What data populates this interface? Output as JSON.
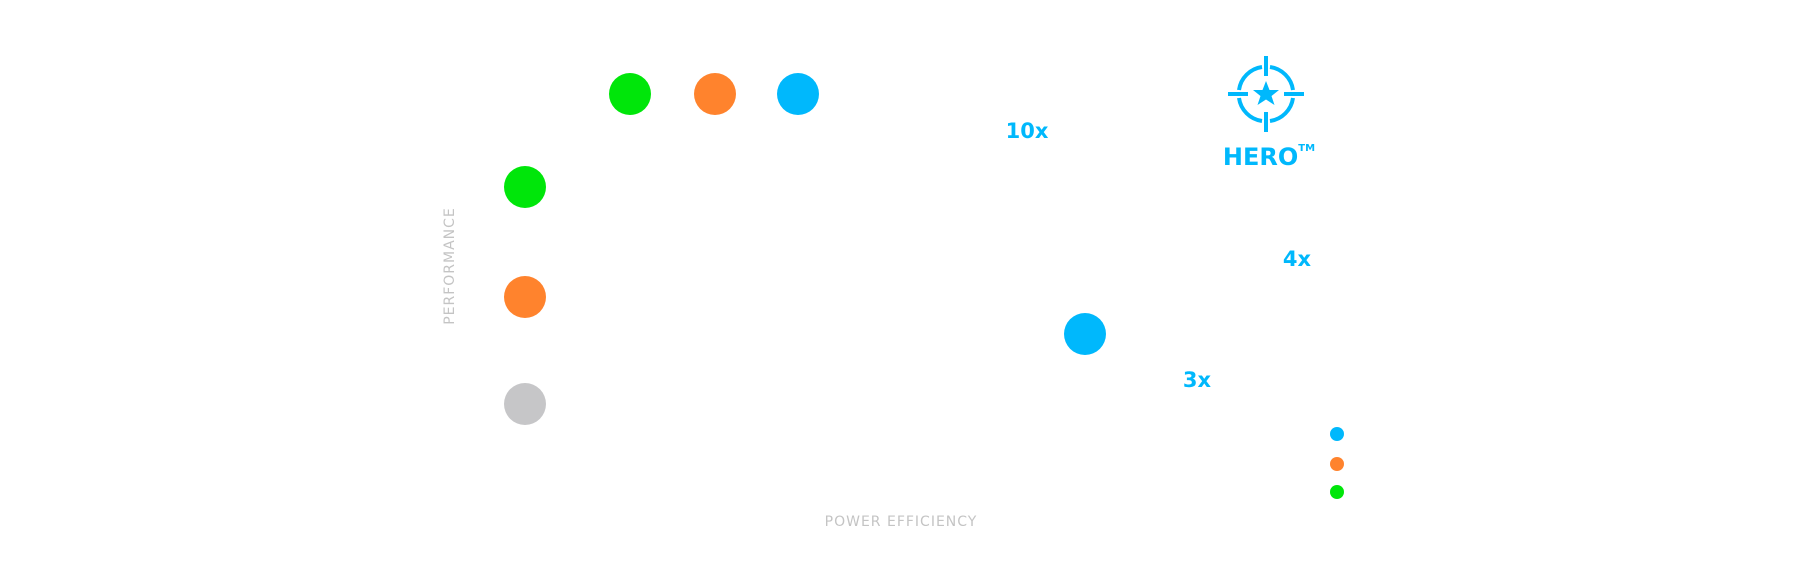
{
  "chart_data": {
    "type": "scatter",
    "xlabel": "POWER EFFICIENCY",
    "ylabel": "PERFORMANCE",
    "colors": {
      "blue": "#00b8fc",
      "orange": "#ff832d",
      "green": "#00e60a",
      "gray": "#c6c6c8"
    },
    "annotations": [
      "10x",
      "4x",
      "3x"
    ],
    "brand": {
      "name": "HERO",
      "tm": "TM"
    }
  }
}
